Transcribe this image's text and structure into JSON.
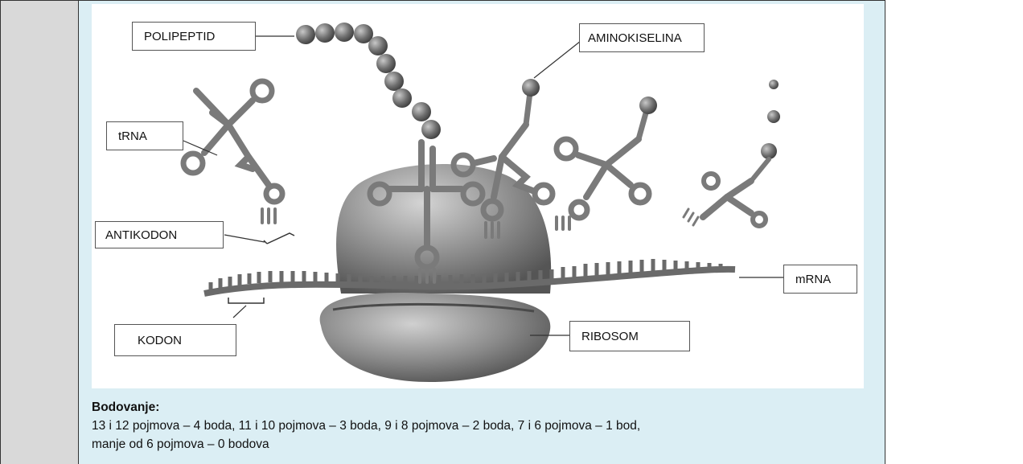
{
  "labels": {
    "polipeptid": "POLIPEPTID",
    "aminokiselina": "AMINOKISELINA",
    "trna": "tRNA",
    "antikodon": "ANTIKODON",
    "mrna": "mRNA",
    "kodon": "KODON",
    "ribosom": "RIBOSOM"
  },
  "scoring": {
    "title": "Bodovanje:",
    "line1": "13 i 12 pojmova – 4 boda, 11 i 10 pojmova – 3 boda, 9 i 8 pojmova – 2 boda, 7 i 6 pojmova – 1 bod,",
    "line2": "manje od 6 pojmova – 0 bodova"
  },
  "colors": {
    "cell_background": "#dbeef4",
    "left_column": "#d9d9d9",
    "molecule_gray": "#7a7a7a"
  }
}
